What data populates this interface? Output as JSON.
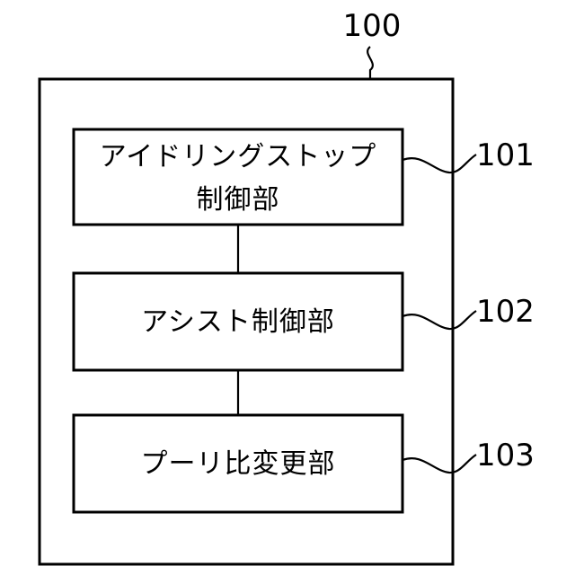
{
  "diagram": {
    "outer": {
      "ref": "100"
    },
    "blocks": [
      {
        "ref": "101",
        "label_lines": [
          "アイドリングストップ",
          "制御部"
        ]
      },
      {
        "ref": "102",
        "label_lines": [
          "アシスト制御部"
        ]
      },
      {
        "ref": "103",
        "label_lines": [
          "プーリ比変更部"
        ]
      }
    ]
  }
}
